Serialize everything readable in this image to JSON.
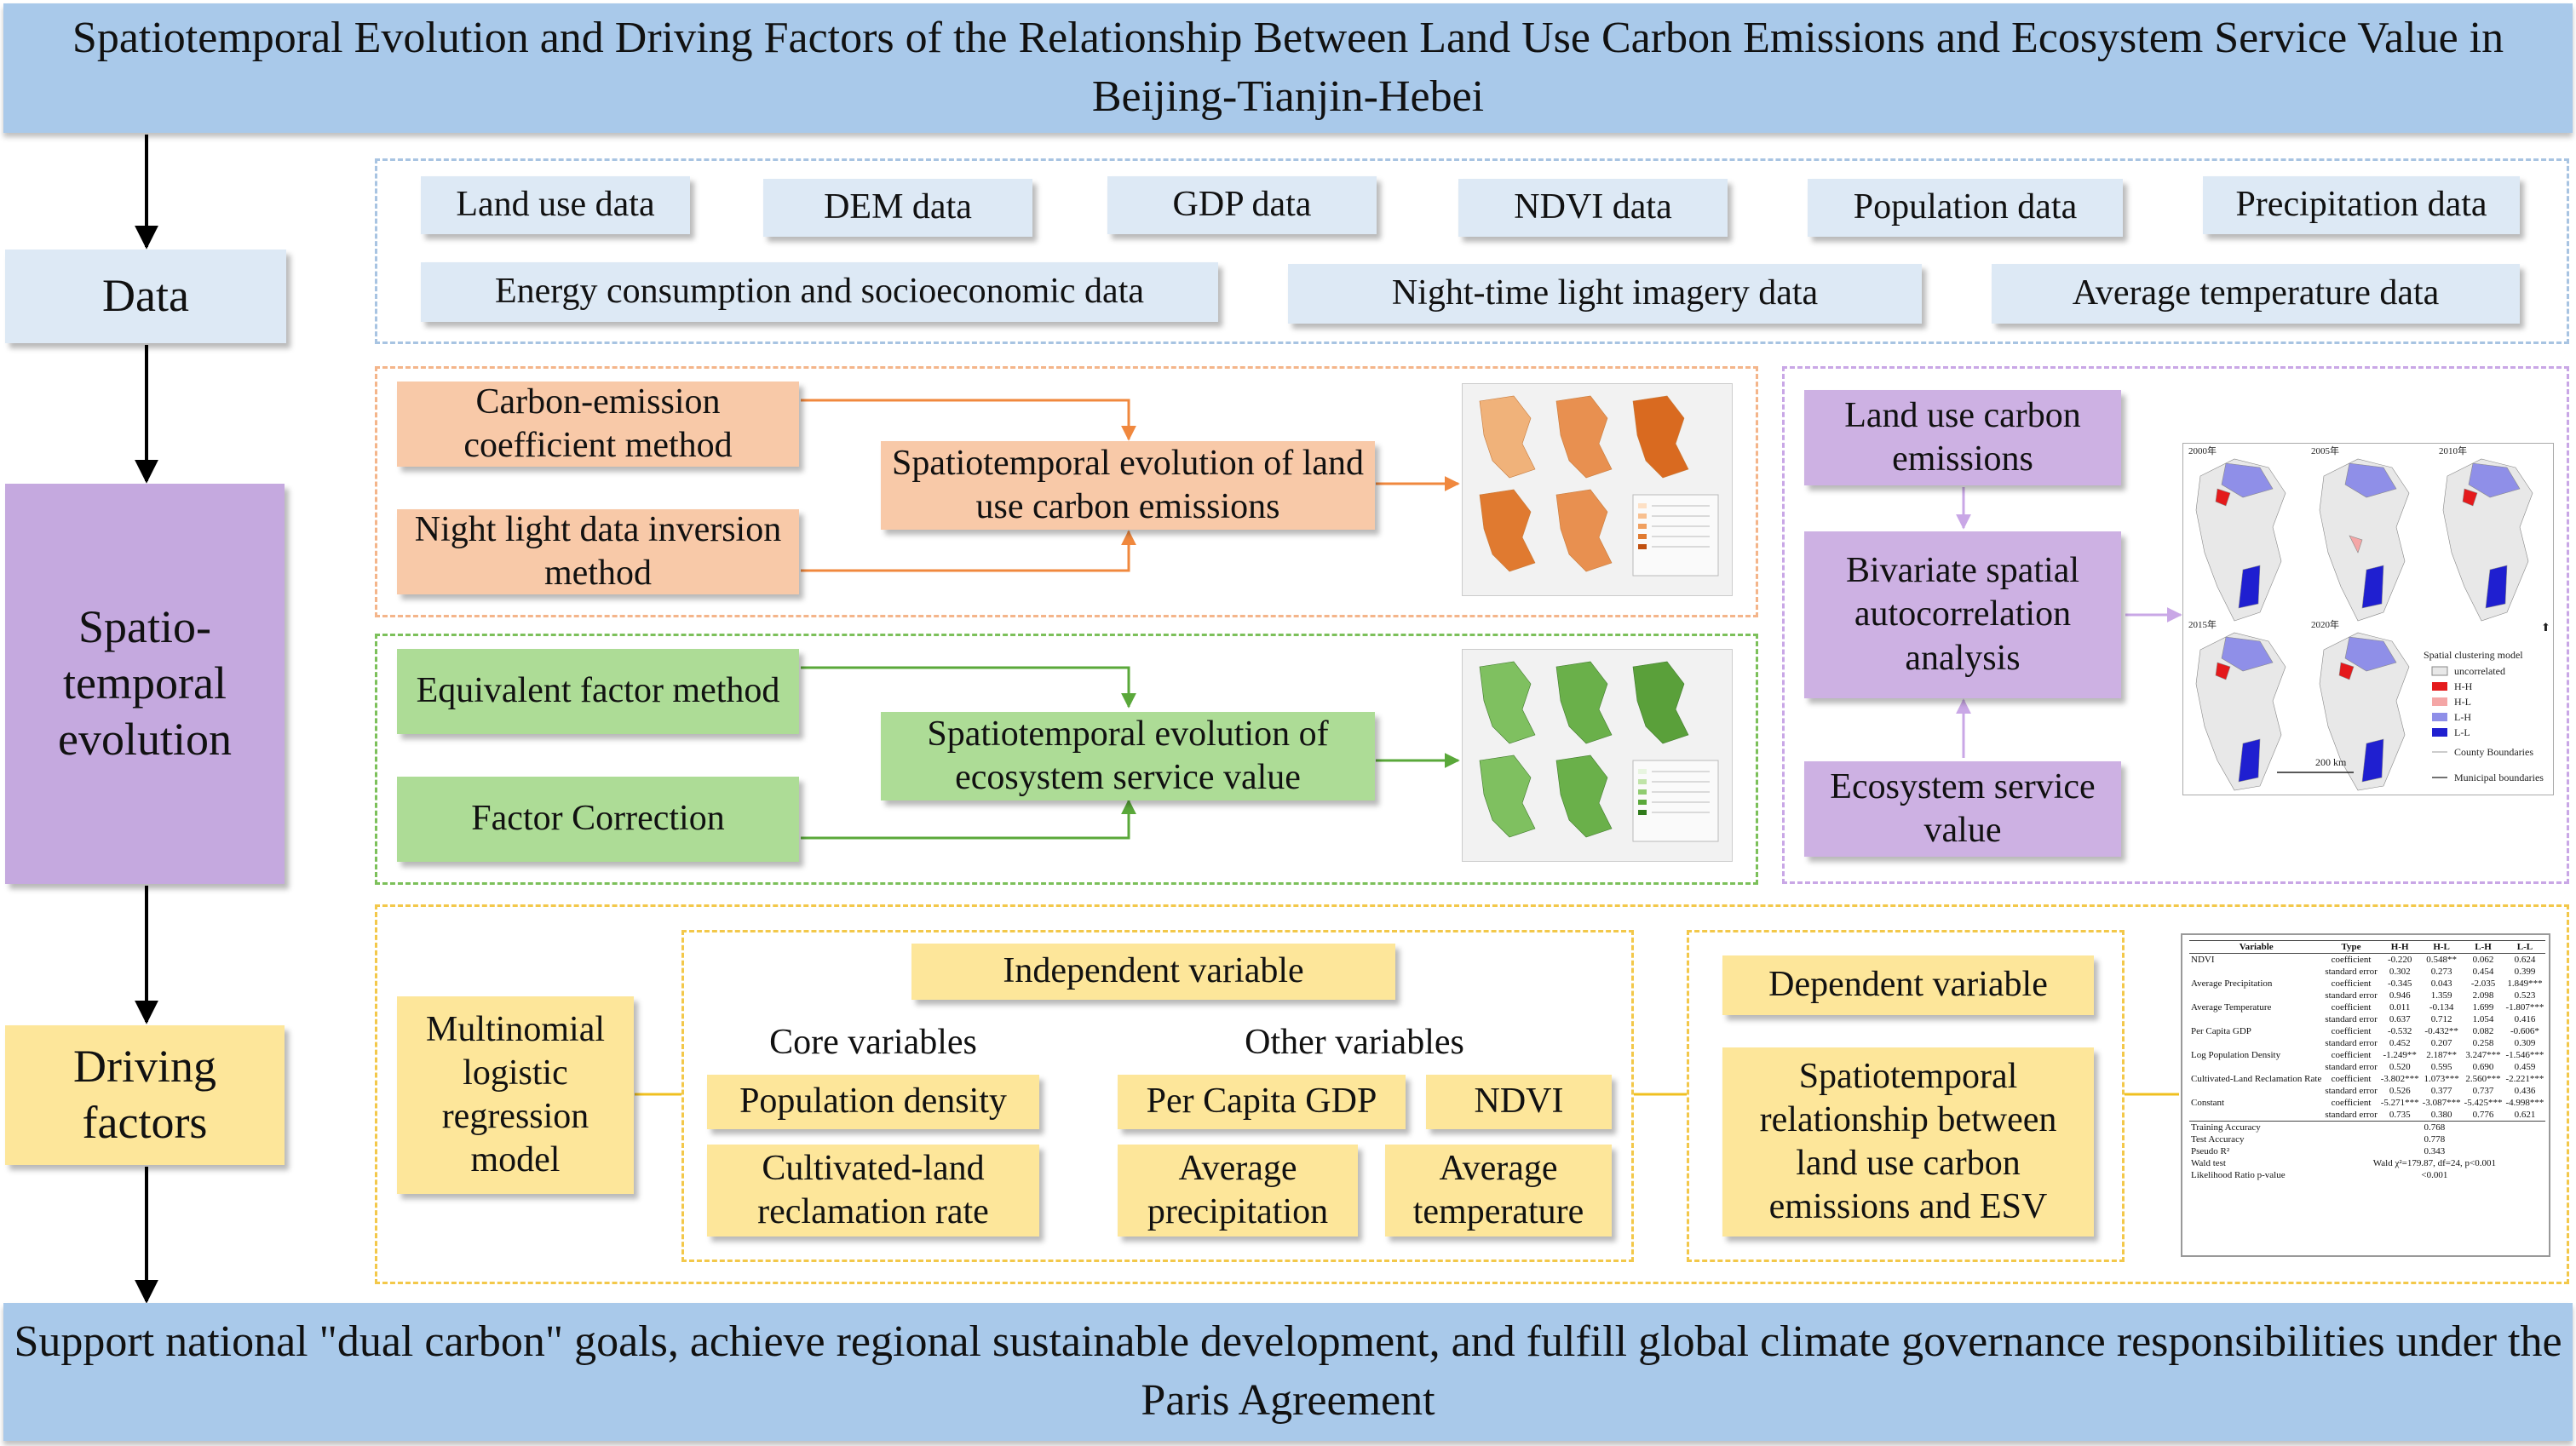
{
  "title": "Spatiotemporal Evolution and Driving Factors of the Relationship Between Land Use Carbon Emissions and Ecosystem Service Value in Beijing-Tianjin-Hebei",
  "footer": "Support national \"dual carbon\" goals, achieve regional sustainable development, and fulfill global climate governance responsibilities under the Paris Agreement",
  "stages": {
    "data": "Data",
    "spatio": "Spatio-temporal evolution",
    "driving": "Driving factors"
  },
  "data_row1": [
    "Land use data",
    "DEM data",
    "GDP data",
    "NDVI data",
    "Population data",
    "Precipitation data"
  ],
  "data_row2": [
    "Energy consumption and socioeconomic data",
    "Night-time light imagery data",
    "Average temperature data"
  ],
  "carbon": {
    "method1": "Carbon-emission coefficient method",
    "method2": "Night light data inversion method",
    "result": "Spatiotemporal evolution of land use carbon emissions"
  },
  "esv": {
    "method1": "Equivalent factor method",
    "method2": "Factor Correction",
    "result": "Spatiotemporal evolution of ecosystem service value"
  },
  "bivariate": {
    "top": "Land use carbon emissions",
    "middle": "Bivariate spatial autocorrelation analysis",
    "bottom": "Ecosystem service value"
  },
  "cluster_map": {
    "years": [
      "2000年",
      "2005年",
      "2010年",
      "2015年",
      "2020年"
    ],
    "legend_title": "Spatial clustering model",
    "legend": [
      "uncorrelated",
      "H-H",
      "H-L",
      "L-H",
      "L-L"
    ],
    "legend_colors": [
      "#e8e8e8",
      "#e41a1c",
      "#f4a6a6",
      "#8f8fe8",
      "#1f1fd0"
    ],
    "scale": "200 km",
    "boundaries": [
      "County Boundaries",
      "Municipal boundaries"
    ]
  },
  "driving": {
    "model": "Multinomial logistic regression model",
    "independent": "Independent variable",
    "core_label": "Core variables",
    "other_label": "Other variables",
    "core": [
      "Population density",
      "Cultivated-land reclamation rate"
    ],
    "other": [
      "Per Capita GDP",
      "NDVI",
      "Average precipitation",
      "Average temperature"
    ],
    "dependent": "Dependent variable",
    "relationship": "Spatiotemporal relationship between land use carbon emissions and ESV"
  },
  "regression_table": {
    "headers": [
      "Variable",
      "Type",
      "H-H",
      "H-L",
      "L-H",
      "L-L"
    ],
    "rows": [
      [
        "NDVI",
        "coefficient",
        "-0.220",
        "0.548**",
        "0.062",
        "0.624"
      ],
      [
        "",
        "standard error",
        "0.302",
        "0.273",
        "0.454",
        "0.399"
      ],
      [
        "Average Precipitation",
        "coefficient",
        "-0.345",
        "0.043",
        "-2.035",
        "1.849***"
      ],
      [
        "",
        "standard error",
        "0.946",
        "1.359",
        "2.098",
        "0.523"
      ],
      [
        "Average Temperature",
        "coefficient",
        "0.011",
        "-0.134",
        "1.699",
        "-1.807***"
      ],
      [
        "",
        "standard error",
        "0.637",
        "0.712",
        "1.054",
        "0.416"
      ],
      [
        "Per Capita GDP",
        "coefficient",
        "-0.532",
        "-0.432**",
        "0.082",
        "-0.606*"
      ],
      [
        "",
        "standard error",
        "0.452",
        "0.207",
        "0.258",
        "0.309"
      ],
      [
        "Log Population Density",
        "coefficient",
        "-1.249**",
        "2.187**",
        "3.247***",
        "-1.546***"
      ],
      [
        "",
        "standard error",
        "0.520",
        "0.595",
        "0.690",
        "0.459"
      ],
      [
        "Cultivated-Land Reclamation Rate",
        "coefficient",
        "-3.802***",
        "1.073***",
        "2.560***",
        "-2.221***"
      ],
      [
        "",
        "standard error",
        "0.526",
        "0.377",
        "0.737",
        "0.436"
      ],
      [
        "Constant",
        "coefficient",
        "-5.271***",
        "-3.087***",
        "-5.425***",
        "-4.998***"
      ],
      [
        "",
        "standard error",
        "0.735",
        "0.380",
        "0.776",
        "0.621"
      ]
    ],
    "stats": [
      [
        "Training Accuracy",
        "0.768"
      ],
      [
        "Test Accuracy",
        "0.778"
      ],
      [
        "Pseudo R²",
        "0.343"
      ],
      [
        "Wald test",
        "Wald χ²=179.87, df=24, p<0.001"
      ],
      [
        "Likelihood Ratio p-value",
        "<0.001"
      ]
    ]
  },
  "colors": {
    "banner": "#a9c9ea",
    "data": "#dde9f5",
    "purple": "#c5a9df",
    "yellow": "#fde69a",
    "orange": "#f8c9a8",
    "green": "#addc96",
    "orange_line": "#f0883e",
    "green_line": "#5aa83a",
    "violet_line": "#c9a7e6"
  }
}
